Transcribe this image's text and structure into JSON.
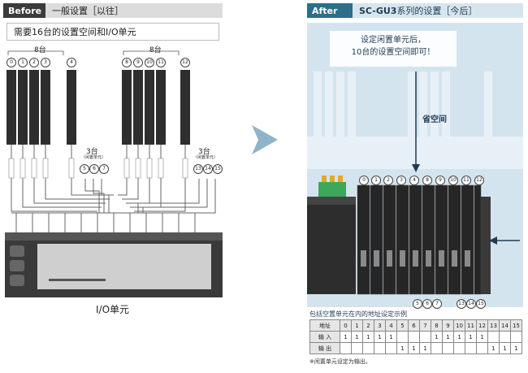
{
  "before": {
    "tag": "Before",
    "title": "一般设置［以往］",
    "note": "需要16台的设置空间和I/O单元",
    "group_left": "8台",
    "group_right": "8台",
    "idle_left": "3台",
    "idle_right": "3台",
    "idle_sub": "（闲置单元）",
    "unit_numbers_left": [
      "0",
      "1",
      "2",
      "3",
      "4"
    ],
    "unit_numbers_right": [
      "8",
      "9",
      "10",
      "11",
      "12"
    ],
    "idle_numbers_left": [
      "5",
      "6",
      "7"
    ],
    "idle_numbers_right": [
      "13",
      "14",
      "15"
    ],
    "io_unit_label": "I/O单元"
  },
  "after": {
    "tag": "After",
    "title_main": "SC-GU3",
    "title_sub": "系列的设置［今后］",
    "message_line1": "设定闲置单元后，",
    "message_line2": "10台的设置空间即可！",
    "space_label": "省空间",
    "unit_numbers": [
      "0",
      "1",
      "2",
      "3",
      "4",
      "8",
      "9",
      "10",
      "11",
      "12"
    ],
    "idle_numbers_a": [
      "5",
      "6",
      "7"
    ],
    "idle_numbers_b": [
      "13",
      "14",
      "15"
    ]
  },
  "table": {
    "title": "包括空置单元在内的地址设定示例",
    "header_label": "地址",
    "columns": [
      "0",
      "1",
      "2",
      "3",
      "4",
      "5",
      "6",
      "7",
      "8",
      "9",
      "10",
      "11",
      "12",
      "13",
      "14",
      "15"
    ],
    "rows": [
      {
        "label": "输 入",
        "cells": [
          "1",
          "1",
          "1",
          "1",
          "1",
          "",
          "",
          "",
          "1",
          "1",
          "1",
          "1",
          "1",
          "",
          "",
          ""
        ]
      },
      {
        "label": "输 出",
        "cells": [
          "",
          "",
          "",
          "",
          "",
          "1",
          "1",
          "1",
          "",
          "",
          "",
          "",
          "",
          "1",
          "1",
          "1"
        ]
      }
    ],
    "footnote": "※闲置单元设定为输出。"
  },
  "colors": {
    "after_accent": "#2b6f8a",
    "after_bg": "#d4e4ef",
    "arrow": "#8fb3c9",
    "dark_unit": "#2d2d2d"
  }
}
